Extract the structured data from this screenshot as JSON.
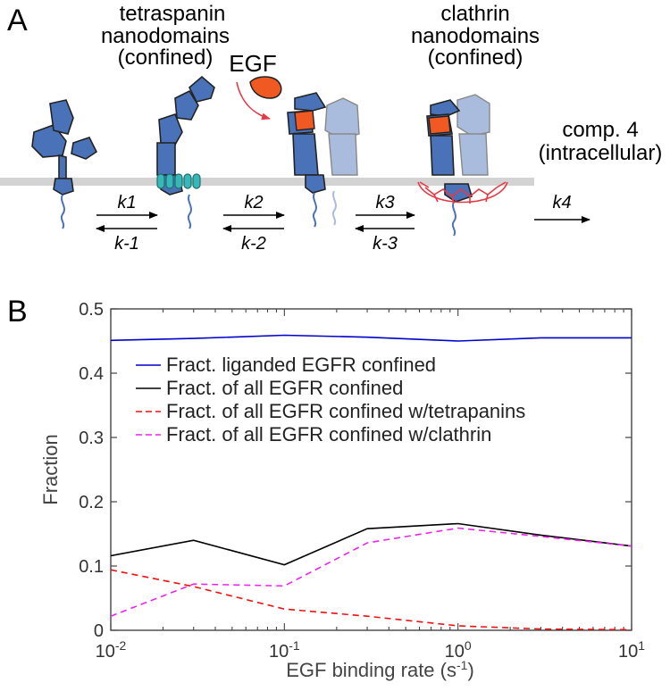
{
  "panel_a": {
    "letter": "A",
    "tetraspanin_label": [
      "tetraspanin",
      "nanodomains",
      "(confined)"
    ],
    "clathrin_label": [
      "clathrin",
      "nanodomains",
      "(confined)"
    ],
    "egf_label": "EGF",
    "comp4_label": [
      "comp. 4",
      "(intracellular)"
    ],
    "rates": {
      "k1": "k1",
      "km1": "k-1",
      "k2": "k2",
      "km2": "k-2",
      "k3": "k3",
      "km3": "k-3",
      "k4": "k4"
    },
    "colors": {
      "receptor": "#4a72b8",
      "receptor_faded": "#a9bcde",
      "egf": "#f05a22",
      "tetraspanin": "#37b8b8",
      "clathrin": "#e63946",
      "membrane": "#d3d3d3"
    }
  },
  "panel_b": {
    "letter": "B"
  },
  "chart_data": {
    "type": "line",
    "xscale": "log",
    "xlim": [
      0.01,
      10
    ],
    "ylim": [
      0,
      0.5
    ],
    "xlabel_main": "EGF binding rate (s",
    "xlabel_sup": "-1",
    "xlabel_end": ")",
    "ylabel": "Fraction",
    "x_tick_labels": [
      {
        "base": "10",
        "exp": "-2"
      },
      {
        "base": "10",
        "exp": "-1"
      },
      {
        "base": "10",
        "exp": "0"
      },
      {
        "base": "10",
        "exp": "1"
      }
    ],
    "y_ticks": [
      0,
      0.1,
      0.2,
      0.3,
      0.4,
      0.5
    ],
    "y_tick_labels": [
      "0",
      "0.1",
      "0.2",
      "0.3",
      "0.4",
      "0.5"
    ],
    "legend_position": "upper-left",
    "x": [
      0.01,
      0.03,
      0.1,
      0.3,
      1,
      3,
      10
    ],
    "series": [
      {
        "name": "Fract. liganded EGFR confined",
        "color": "#0000cc",
        "dash": "solid",
        "values": [
          0.451,
          0.454,
          0.459,
          0.456,
          0.45,
          0.455,
          0.455
        ]
      },
      {
        "name": "Fract. of all EGFR confined",
        "color": "#000000",
        "dash": "solid",
        "values": [
          0.116,
          0.14,
          0.102,
          0.158,
          0.166,
          0.148,
          0.131
        ]
      },
      {
        "name": "Fract. of all EGFR confined w/tetrapanins",
        "color": "#ee1111",
        "dash": "dashed",
        "values": [
          0.094,
          0.068,
          0.033,
          0.022,
          0.007,
          0.002,
          0.001
        ]
      },
      {
        "name": "Fract. of all EGFR confined w/clathrin",
        "color": "#ee22ee",
        "dash": "dashed",
        "values": [
          0.022,
          0.072,
          0.069,
          0.136,
          0.159,
          0.146,
          0.131
        ]
      }
    ]
  }
}
